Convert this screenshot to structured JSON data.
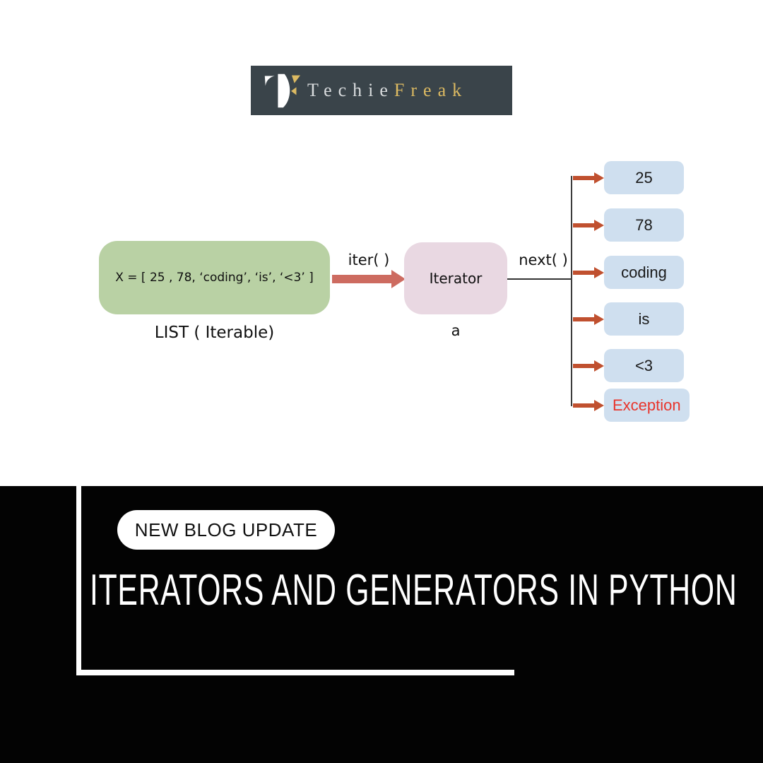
{
  "brand": {
    "name_first": "Techie",
    "name_second": "Freak",
    "banner_bg": "#3a444a",
    "first_color": "#d9dcde",
    "second_color": "#dcba62"
  },
  "diagram": {
    "list_box_text": "X = [ 25 , 78, ‘coding’, ‘is’, ‘<3’ ]",
    "list_box_fill": "#b9d1a4",
    "list_label": "LIST ( Iterable)",
    "iter_label": "iter( )",
    "iterator_box_text": "Iterator",
    "iterator_box_fill": "#e9d8e2",
    "iterator_var_label": "a",
    "next_label": "next( )",
    "output_box_fill": "#cfdfef",
    "big_arrow_color": "#cd6b60",
    "small_arrow_color": "#c0502f",
    "exception_text_color": "#e8352c",
    "outputs": [
      {
        "label": "25"
      },
      {
        "label": "78"
      },
      {
        "label": "coding"
      },
      {
        "label": "is"
      },
      {
        "label": "<3"
      },
      {
        "label": "Exception",
        "is_exception": true
      }
    ]
  },
  "footer": {
    "badge_label": "NEW BLOG UPDATE",
    "title": "ITERATORS AND GENERATORS IN PYTHON",
    "background": "#030303",
    "frame_color": "#ffffff"
  }
}
